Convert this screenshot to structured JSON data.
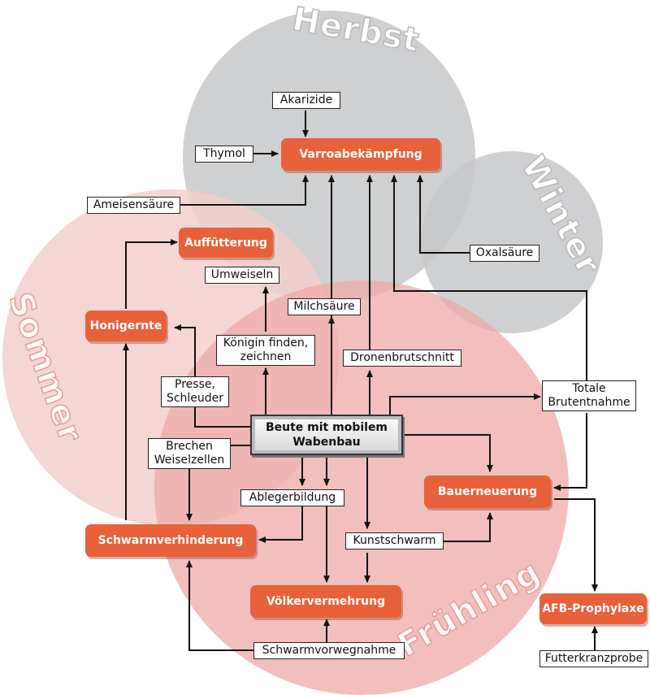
{
  "seasons": {
    "herbst": "Herbst",
    "winter": "Winter",
    "sommer": "Sommer",
    "fruehling": "Frühling"
  },
  "center": "Beute mit mobilem Wabenbau",
  "measures": {
    "varroa": "Varroabekämpfung",
    "auffuetterung": "Auffütterung",
    "honigernte": "Honigernte",
    "schwarmverhinderung": "Schwarmverhinderung",
    "voelkervermehrung": "Völkervermehrung",
    "bauerneuerung": "Bauerneuerung",
    "afb": "AFB-Prophylaxe"
  },
  "methods": {
    "akarizide": "Akarizide",
    "thymol": "Thymol",
    "ameisensaeure": "Ameisensäure",
    "oxalsaeure": "Oxalsäure",
    "umweiseln": "Umweiseln",
    "milchsaeure": "Milchsäure",
    "koenigin": "Königin finden,\nzeichnen",
    "dronenbrutschnitt": "Dronenbrutschnitt",
    "presse": "Presse,\nSchleuder",
    "totale": "Totale\nBrutentnahme",
    "brechen": "Brechen\nWeiselzellen",
    "ablegerbildung": "Ablegerbildung",
    "kunstschwarm": "Kunstschwarm",
    "schwarmvorwegnahme": "Schwarmvorwegnahme",
    "futterkranzprobe": "Futterkranzprobe"
  },
  "colors": {
    "herbst_winter_circle": "#c9cacc",
    "sommer_circle": "#f4d3d2",
    "fruehling_circle": "#efb3b1",
    "measure_box": "#e8613a"
  }
}
